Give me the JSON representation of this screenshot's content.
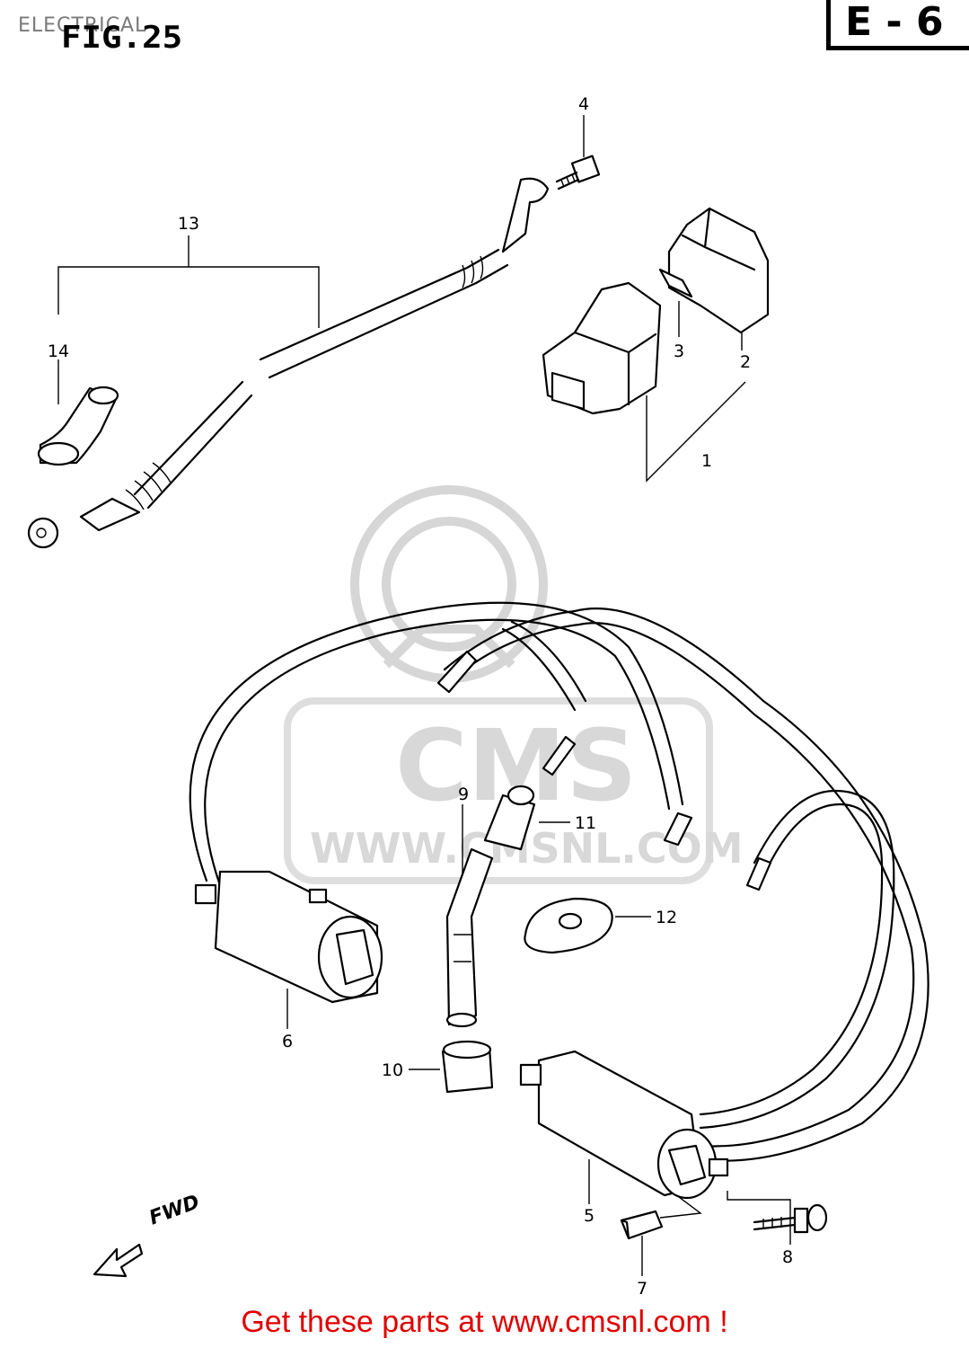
{
  "header": {
    "title": "ELECTRICAL",
    "figure": "FIG.25",
    "section": "E - 6"
  },
  "callouts": [
    {
      "id": "1",
      "label": "1"
    },
    {
      "id": "2",
      "label": "2"
    },
    {
      "id": "3",
      "label": "3"
    },
    {
      "id": "4",
      "label": "4"
    },
    {
      "id": "5",
      "label": "5"
    },
    {
      "id": "6",
      "label": "6"
    },
    {
      "id": "7",
      "label": "7"
    },
    {
      "id": "8",
      "label": "8"
    },
    {
      "id": "9",
      "label": "9"
    },
    {
      "id": "10",
      "label": "10"
    },
    {
      "id": "11",
      "label": "11"
    },
    {
      "id": "12",
      "label": "12"
    },
    {
      "id": "13",
      "label": "13"
    },
    {
      "id": "14",
      "label": "14"
    }
  ],
  "direction_label": "FWD",
  "watermark": {
    "brand": "CMS",
    "url": "WWW.CMSNL.COM"
  },
  "footer": {
    "text": "Get these parts at www.cmsnl.com !",
    "color": "#e00000"
  }
}
